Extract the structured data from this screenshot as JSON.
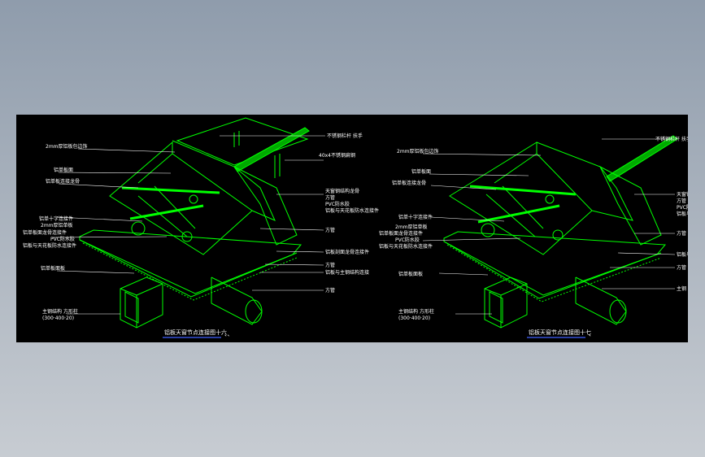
{
  "colors": {
    "background_top": "#8f9cac",
    "canvas": "#000000",
    "line": "#00ff00",
    "label": "#ffffff",
    "caption_underline": "#4060ff"
  },
  "left_detail": {
    "labels": {
      "ltop1": "不锈钢栏杆 扶手",
      "lleft1": "2mm厚铝板包边饰",
      "lleft2": "铝单板面",
      "lleft3": "铝单板连接龙骨",
      "lleft4": "铝单十字连接件",
      "lleft5": "2mm厚铝单板",
      "lleft6": "铝单板面龙骨连接件",
      "lleft7": "PVC防水胶",
      "lleft8": "铝板与天花板防水连接件",
      "lleft9": "铝单板面板",
      "lright1": "40x4不锈钢扁钢",
      "lright2": "天窗钢结构龙骨",
      "lright3": "方管",
      "lright4": "PVC防水胶",
      "lright5": "铝板与天花板防水连接件",
      "lright6": "方管",
      "lright7": "铝板剖面龙骨连接件",
      "lright8": "方管",
      "lright9": "铝板与主钢结构连接",
      "lright10": "方管",
      "lbottom1": "主钢结构 方形柱",
      "lbottom2": "(300·400·20)"
    },
    "caption": "铝板天窗节点连接图十六"
  },
  "right_detail": {
    "labels": {
      "rtop1": "不锈钢栏杆 扶手",
      "rleft1": "2mm厚铝板包边饰",
      "rleft2": "铝单板面",
      "rleft3": "铝单板连接龙骨",
      "rleft4": "铝单十字连接件",
      "rleft5": "2mm厚铝单板",
      "rleft6": "铝单板面龙骨连接件",
      "rleft7": "PVC防水胶",
      "rleft8": "铝板与天花板防水连接件",
      "rleft9": "铝单板面板",
      "rright1": "天窗钢结构龙骨",
      "rright2": "方管",
      "rright3": "PVC防水胶",
      "rright4": "铝板与天花板连接",
      "rright5": "方管",
      "rright6": "铝板与主钢结构连接",
      "rright7": "方管",
      "rright8": "主钢",
      "rbottom1": "主钢结构 方形柱",
      "rbottom2": "(300·400·20)"
    },
    "caption": "铝板天窗节点连接图十七"
  }
}
